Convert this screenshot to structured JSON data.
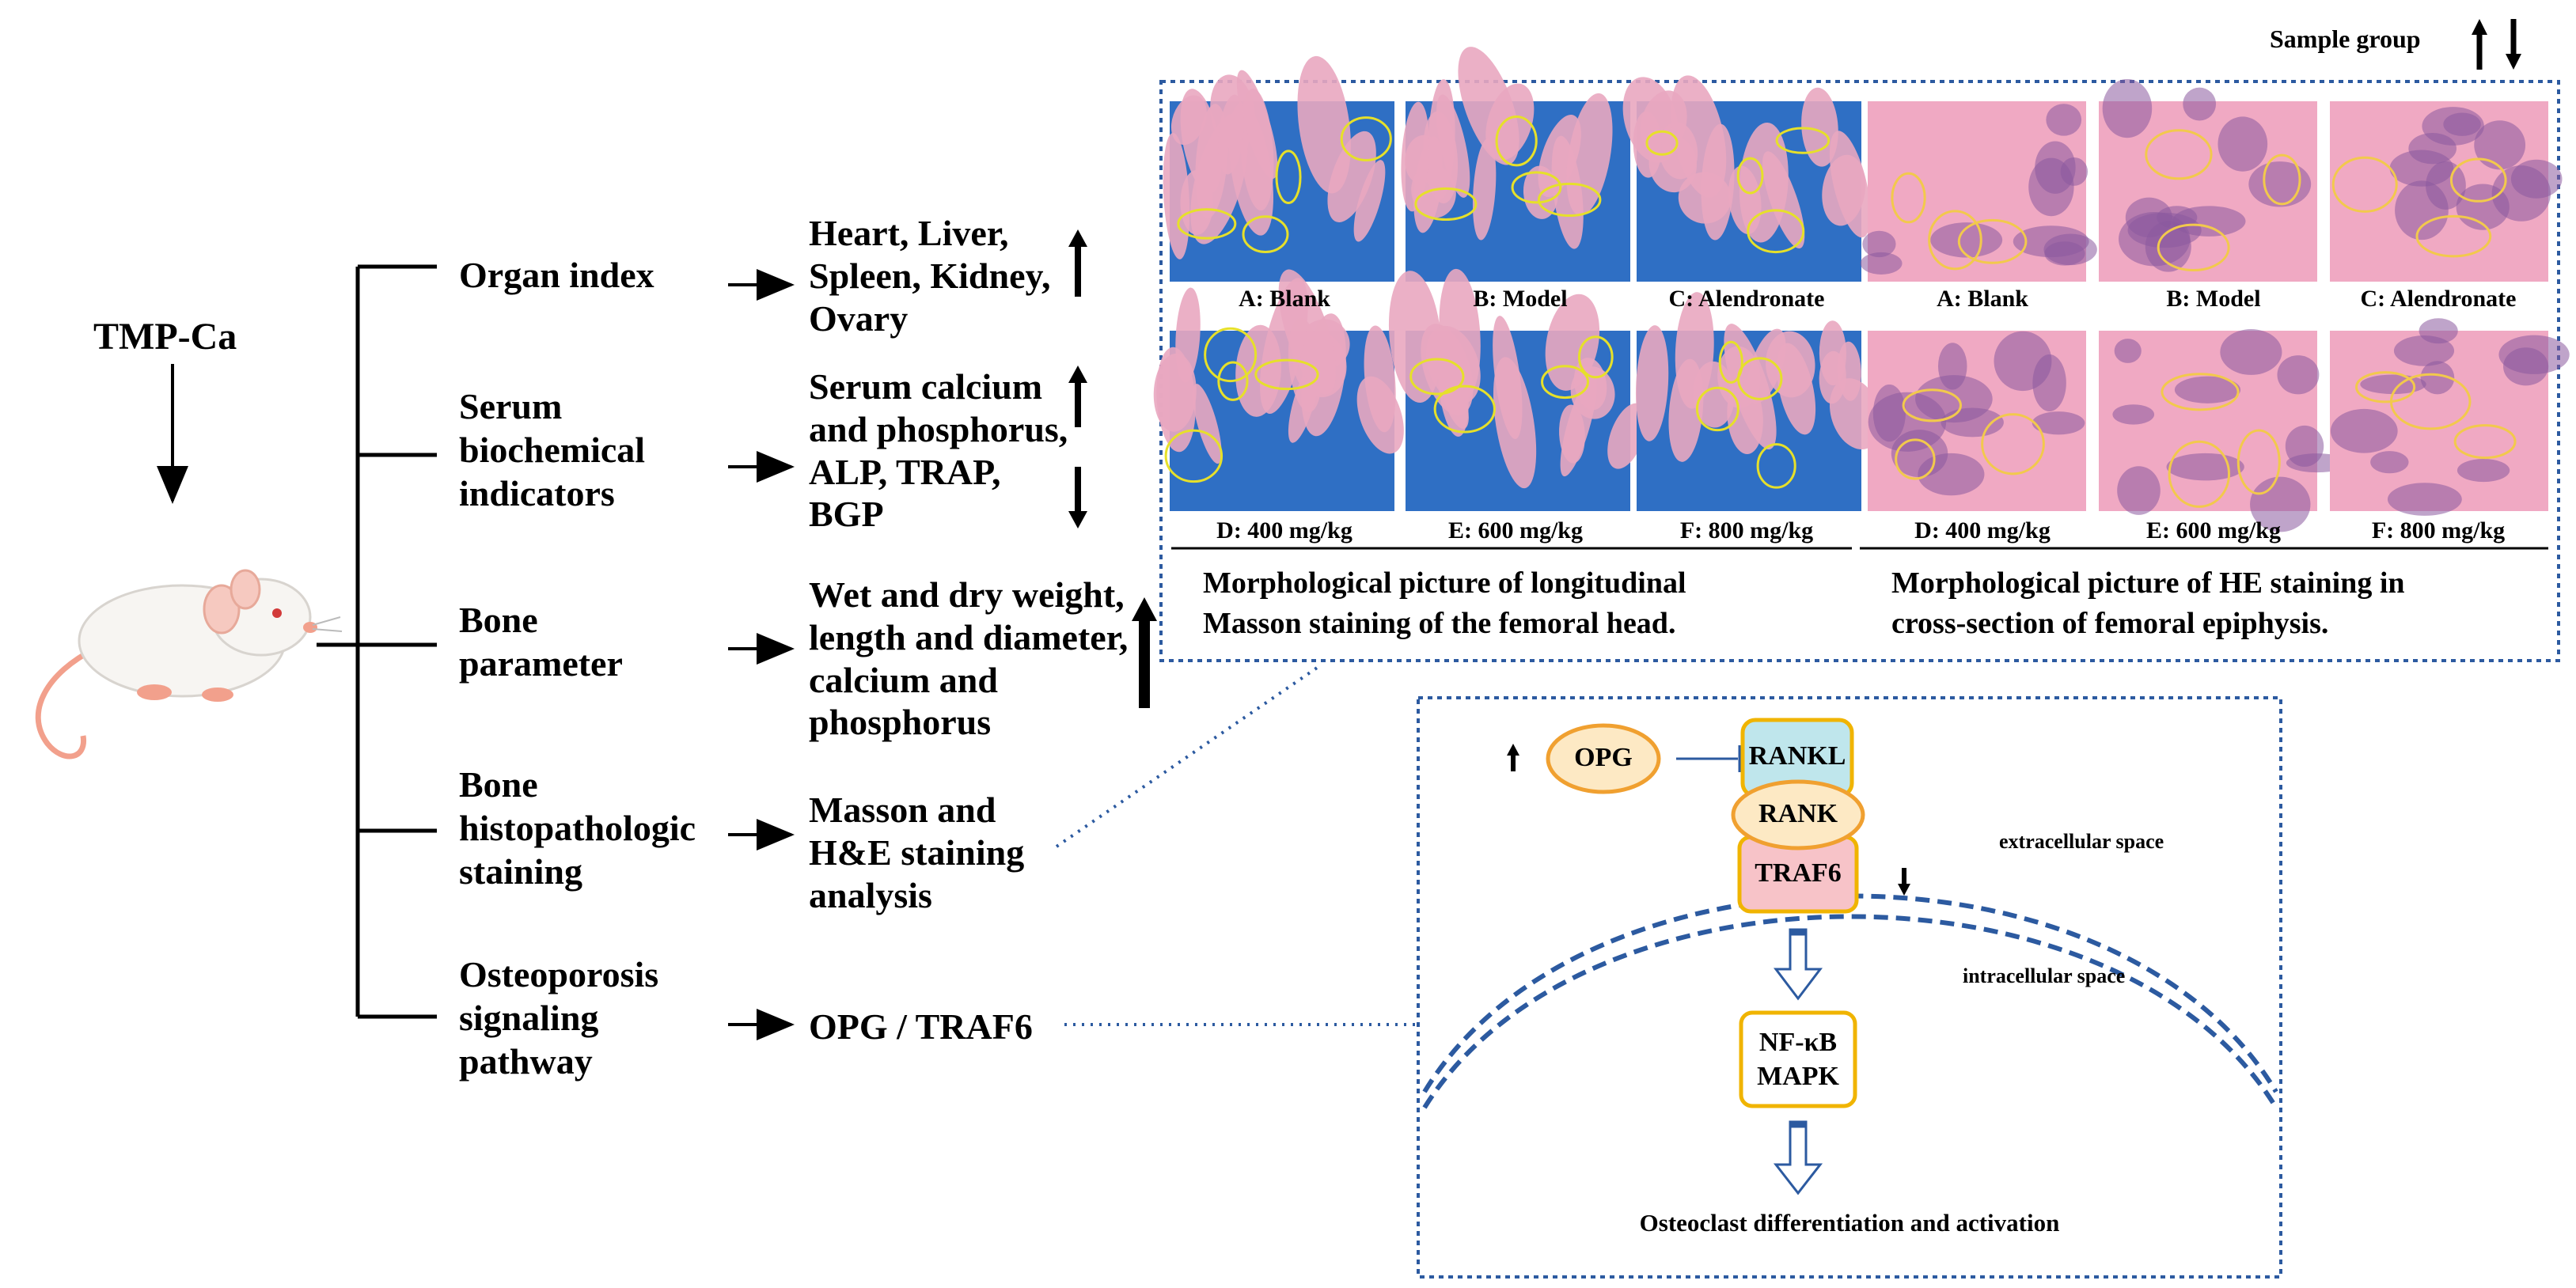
{
  "root": {
    "label": "TMP-Ca",
    "subject_icon": "rat-icon"
  },
  "legend": {
    "label": "Sample group",
    "up_icon": "up-arrow-icon",
    "down_icon": "down-arrow-icon"
  },
  "branches": [
    {
      "name": "Organ index",
      "result": "Heart, Liver,\nSpleen, Kidney,\nOvary",
      "direction": "up"
    },
    {
      "name": "Serum\nbiochemical\nindicators",
      "result": "Serum calcium\nand phosphorus,\nALP, TRAP,\nBGP",
      "direction": "up/down"
    },
    {
      "name": "Bone\nparameter",
      "result": "Wet and dry weight,\nlength and diameter,\ncalcium and\nphosphorus",
      "direction": "up"
    },
    {
      "name": "Bone\nhistopathologic\nstaining",
      "result": "Masson and\nH&E staining\nanalysis",
      "direction": ""
    },
    {
      "name": "Osteoporosis\nsignaling\npathway",
      "result": "OPG / TRAF6",
      "direction": ""
    }
  ],
  "staining": {
    "masson": {
      "panels": [
        "A: Blank",
        "B: Model",
        "C: Alendronate",
        "D: 400 mg/kg",
        "E: 600 mg/kg",
        "F: 800 mg/kg"
      ],
      "caption": "Morphological picture of longitudinal\nMasson staining of the femoral head.",
      "colors": {
        "bone": "#e9a7c0",
        "stain": "#2f6fc4",
        "circle": "#e6e02a"
      }
    },
    "he": {
      "panels": [
        "A: Blank",
        "B: Model",
        "C: Alendronate",
        "D: 400 mg/kg",
        "E: 600 mg/kg",
        "F: 800 mg/kg"
      ],
      "caption": "Morphological picture of HE staining in\ncross-section of femoral epiphysis.",
      "colors": {
        "tissue": "#f0a9c3",
        "cells": "#8a5a9e",
        "circle": "#f2c94c"
      }
    }
  },
  "pathway": {
    "opg": "OPG",
    "rankl": "RANKL",
    "rank": "RANK",
    "traf6": "TRAF6",
    "nfkb": "NF-κB\nMAPK",
    "outcome": "Osteoclast differentiation and activation",
    "extracellular": "extracellular space",
    "intracellular": "intracellular space",
    "colors": {
      "opg_fill": "#fde9c4",
      "rankl_fill": "#bfe6ec",
      "rank_fill": "#fde9c4",
      "traf6_fill": "#f7c3c8",
      "box_border": "#f0b400",
      "membrane": "#2c5aa0",
      "border": "#2c5aa0"
    }
  }
}
